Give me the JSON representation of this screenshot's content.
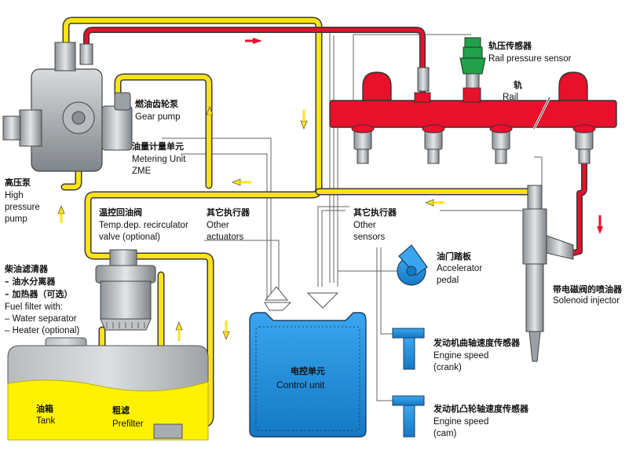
{
  "components": {
    "rail_pressure_sensor": {
      "zh": "轨压传感器",
      "en": "Rail pressure sensor"
    },
    "rail": {
      "zh": "轨",
      "en": "Rail"
    },
    "gear_pump": {
      "zh": "燃油齿轮泵",
      "en": "Gear  pump"
    },
    "metering_unit": {
      "zh": "油量计量单元",
      "en1": "Metering Unit",
      "en2": "ZME"
    },
    "high_pressure_pump": {
      "zh": "高压泵",
      "en1": "High",
      "en2": "pressure",
      "en3": "pump"
    },
    "recirculator_valve": {
      "zh": "温控回油阀",
      "en1": "Temp.dep. recirculator",
      "en2": "valve (optional)"
    },
    "other_actuators": {
      "zh": "其它执行器",
      "en1": "Other",
      "en2": "actuators"
    },
    "other_sensors": {
      "zh": "其它执行器",
      "en1": "Other",
      "en2": "sensors"
    },
    "fuel_filter": {
      "zh1": "柴油滤清器",
      "zh2": "– 油水分离器",
      "zh3": "– 加热器（可选）",
      "en1": "Fuel filter with:",
      "en2": "– Water separator",
      "en3": "– Heater (optional)"
    },
    "accelerator_pedal": {
      "zh": "油门踏板",
      "en1": "Accelerator",
      "en2": "pedal"
    },
    "solenoid_injector": {
      "zh": "带电磁阀的喷油器",
      "en": "Solenoid injector"
    },
    "crank_sensor": {
      "zh": "发动机曲轴速度传感器",
      "en1": "Engine speed",
      "en2": "(crank)"
    },
    "cam_sensor": {
      "zh": "发动机凸轮轴速度传感器",
      "en1": "Engine speed",
      "en2": "(cam)"
    },
    "control_unit": {
      "zh": "电控单元",
      "en": "Control unit"
    },
    "tank": {
      "zh": "油箱",
      "en": "Tank"
    },
    "prefilter": {
      "zh": "粗滤",
      "en": "Prefilter"
    }
  },
  "colors": {
    "low_pressure_fuel": "#ffe21a",
    "high_pressure_fuel": "#e8102a",
    "rail": "#e8102a",
    "control_unit": "#1f8fe0",
    "sensor_blue": "#2a9be6",
    "pressure_sensor": "#22a04a",
    "tank_fuel": "#fff200"
  }
}
